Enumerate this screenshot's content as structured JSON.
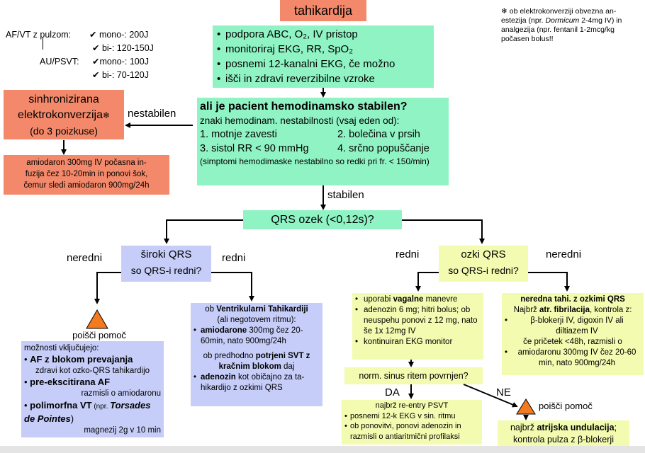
{
  "title": "tahikardija",
  "footnote": "* ob elektrokonverziji obvezna an-estezija (npr. Dormicum 2-4mg IV) in analgezija (npr. fentanil 1-2mcg/kg počasen bolus!!",
  "footnote_parts": {
    "star": "❄",
    "l1": "ob elektrokonverziji obvezna an-",
    "l2a": "estezija (npr. ",
    "l2i": "Dormicum",
    "l2b": " 2-4mg IV) in",
    "l3": "analgezija (npr. fentanil 1-2mcg/kg",
    "l4": "počasen bolus!!"
  },
  "energy": {
    "row1_label": "AF/VT z pulzom:",
    "row1_val": "✔ mono-: 200J",
    "row2_val": "✔ bi-: 120-150J",
    "row3_label": "AU/PSVT:",
    "row3_val": "✔mono-: 100J",
    "row4_val": "✔ bi-: 70-120J"
  },
  "initial_steps": [
    "podpora ABC, O₂, IV pristop",
    "monitoriraj EKG, RR, SpO₂",
    "posnemi 12-kanalni EKG, če možno",
    "išči in zdravi reverzibilne vzroke"
  ],
  "stability": {
    "question": "ali je pacient hemodinamsko stabilen?",
    "intro": "znaki hemodinam. nestabilnosti (vsaj eden od):",
    "signs": [
      "1. motnje zavesti",
      "2. bolečina v prsih",
      "3. sistol RR < 90 mmHg",
      "4. srčno popuščanje"
    ],
    "note": "(simptomi hemodimaske nestabilno so redki pri fr. < 150/min)"
  },
  "cardioversion": {
    "line1": "sinhronizirana",
    "line2": "elektrokonverzija",
    "star": "❄",
    "line3": "(do 3 poizkuse)"
  },
  "amiodarone_box": "amiodaron 300mg IV počasna in-fuzija čez 10-20min in ponovi šok, čemur sledi amiodaron 900mg/24h",
  "amiodarone_lines": [
    "amiodaron 300mg IV počasna in-",
    "fuzija čez 10-20min in ponovi šok,",
    "čemur sledi amiodaron 900mg/24h"
  ],
  "labels": {
    "nestabilen": "nestabilen",
    "stabilen": "stabilen",
    "neredni_left": "neredni",
    "redni_left": "redni",
    "redni_right": "redni",
    "neredni_right": "neredni",
    "da": "DA",
    "ne": "NE"
  },
  "qrs_question": "QRS ozek (<0,12s)?",
  "wide_qrs": {
    "l1": "široki QRS",
    "l2": "so QRS-i redni?"
  },
  "narrow_qrs": {
    "l1": "ozki QRS",
    "l2": "so QRS-i redni?"
  },
  "seek_help_left": "poišči pomoč",
  "seek_help_right": "poišči pomoč",
  "wide_irregular": {
    "intro": "možnosti vključujejo:",
    "item1_b": "AF z blokom prevajanja",
    "item1_t": "zdravi kot ozko-QRS tahikardijo",
    "item2_b": "pre-ekscitirana AF",
    "item2_t": "razmisli o amiodaronu",
    "item3_b": "polimorfna VT",
    "item3_s": " (npr. ",
    "item3_bi": "Torsades de Pointes",
    "item3_e": ")",
    "item3_t": "magnezij 2g v 10 min"
  },
  "wide_regular": {
    "l1a": "ob ",
    "l1b": "Ventrikularni Tahikardiji",
    "l2": "(ali negotovem ritmu):",
    "item1_b": "amiodarone",
    "item1_t": " 300mg čez 20-60min, nato 900mg/24h",
    "l3a": "ob predhodno ",
    "l3b": "potrjeni SVT z kračnim blokom",
    "l3c": " daj",
    "item2_b": "adenozin",
    "item2_t": " kot običajno za ta-hikardijo z ozkimi QRS"
  },
  "narrow_regular": {
    "item1a": "uporabi ",
    "item1b": "vagalne",
    "item1c": " manevre",
    "item2": "adenozin 6 mg; hitri bolus; ob neuspehu ponovi z 12 mg, nato še 1x 12mg IV",
    "item3": "kontinuiran EKG monitor"
  },
  "sinus_question": "norm. sinus ritem povrnjen?",
  "reentry": {
    "l1": "najbrž re-entry PSVT",
    "item1": "posnemi 12-k EKG v sin. ritmu",
    "item2": "ob ponovitvi, ponovi adenozin in razmisli o antiaritmični profilaksi"
  },
  "narrow_irregular": {
    "l1": "neredna tahi. z ozkimi QRS",
    "l2a": "Najbrž ",
    "l2b": "atr. fibrilacija",
    "l2c": ", kontrola z:",
    "item1": "β-blokerji IV, digoxin IV ali diltiazem IV",
    "l3": "če pričetek <48h, razmisli o",
    "item2": "amiodaronu 300mg IV čez 20-60 min, nato 900mg/24h"
  },
  "flutter": {
    "l1a": "najbrž ",
    "l1b": "atrijska undulacija",
    "l1c": ";",
    "l2": "kontrola pulza z β-blokerji"
  }
}
